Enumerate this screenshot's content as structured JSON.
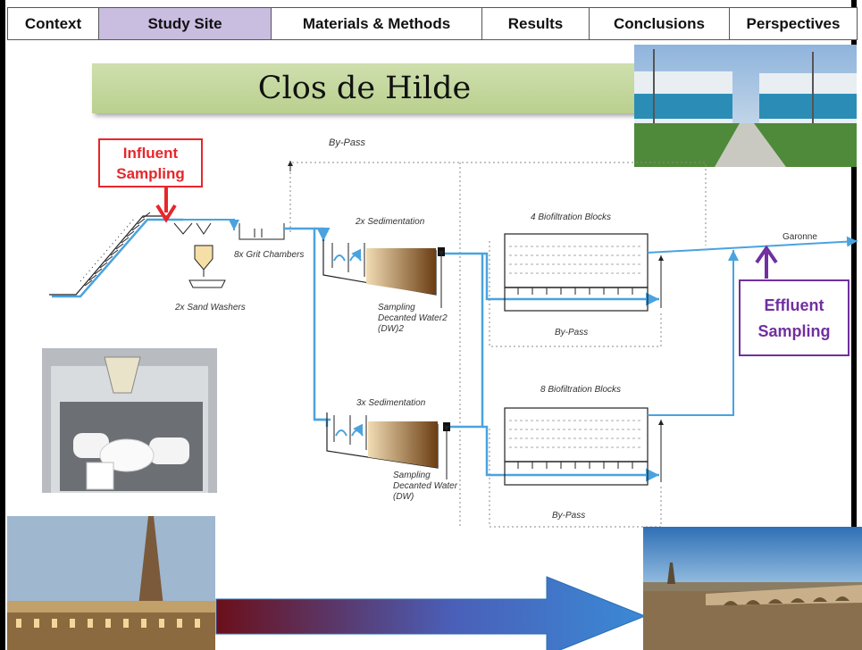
{
  "nav": {
    "tabs": [
      {
        "label": "Context",
        "active": false
      },
      {
        "label": "Study Site",
        "active": true
      },
      {
        "label": "Materials & Methods",
        "active": false
      },
      {
        "label": "Results",
        "active": false
      },
      {
        "label": "Conclusions",
        "active": false
      },
      {
        "label": "Perspectives",
        "active": false
      }
    ],
    "active_color": "#c9bde0"
  },
  "title": "Clos de Hilde",
  "callouts": {
    "influent": "Influent\nSampling",
    "influent_color": "#e8262b",
    "effluent": "Effluent\nSampling",
    "effluent_color": "#7030a0"
  },
  "diagram": {
    "bypass_top": "By-Pass",
    "grit": "8x Grit Chambers",
    "sand": "2x Sand Washers",
    "sed2": "2x Sedimentation",
    "sed3": "3x Sedimentation",
    "bio4": "4 Biofiltration Blocks",
    "bio8": "8 Biofiltration Blocks",
    "bypass_1": "By-Pass",
    "bypass_2": "By-Pass",
    "dw2": [
      "Sampling",
      "Decanted  Water2",
      "(DW)2"
    ],
    "dw": [
      "Sampling",
      "Decanted Water",
      "(DW)"
    ],
    "garonne": "Garonne"
  },
  "photos": [
    {
      "name": "plant-tanks-photo"
    },
    {
      "name": "lab-sampler-photo"
    },
    {
      "name": "cathedral-photo"
    },
    {
      "name": "garonne-bridge-photo"
    }
  ],
  "arrow_colors": [
    "#6b0f1a",
    "#3a7dc9"
  ]
}
